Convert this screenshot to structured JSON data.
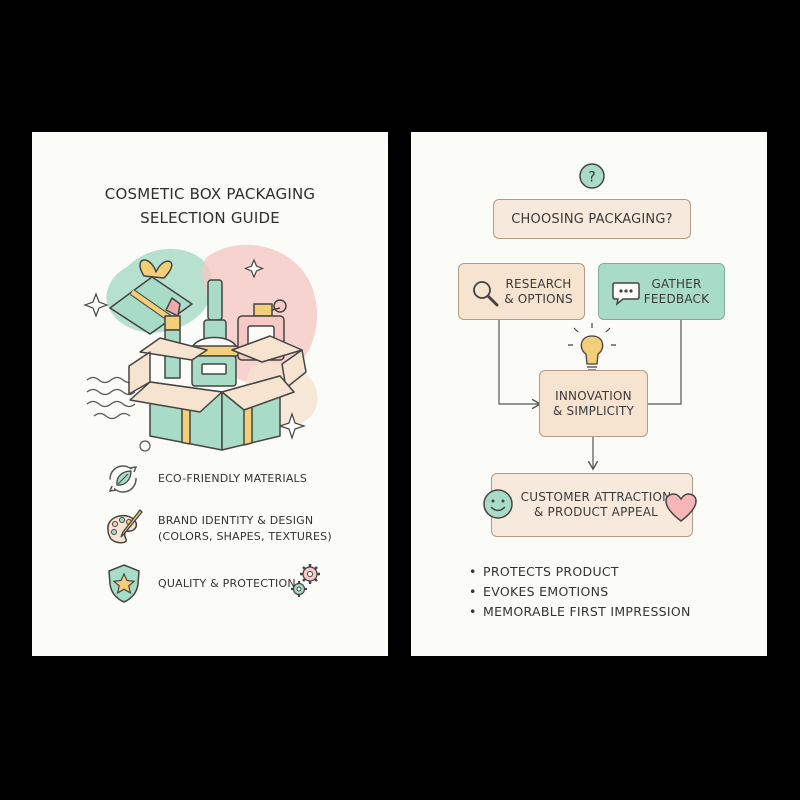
{
  "left_card": {
    "title_line1": "COSMETIC BOX PACKAGING",
    "title_line2": "SELECTION GUIDE",
    "features": [
      {
        "icon": "recycle-leaf-icon",
        "lines": [
          "ECO-FRIENDLY MATERIALS"
        ]
      },
      {
        "icon": "palette-brush-icon",
        "lines": [
          "BRAND IDENTITY & DESIGN",
          "(COLORS, SHAPES, TEXTURES)"
        ]
      },
      {
        "icon": "shield-star-icon",
        "lines": [
          "QUALITY & PROTECTION"
        ]
      }
    ]
  },
  "right_card": {
    "question_box": "CHOOSING PACKAGING?",
    "research_line1": "RESEARCH",
    "research_line2": "& OPTIONS",
    "feedback_line1": "GATHER",
    "feedback_line2": "FEEDBACK",
    "innovation_line1": "INNOVATION",
    "innovation_line2": "& SIMPLICITY",
    "customer_line1": "CUSTOMER ATTRACTION",
    "customer_line2": "& PRODUCT APPEAL",
    "bullets": [
      "PROTECTS PRODUCT",
      "EVOKES EMOTIONS",
      "MEMORABLE FIRST IMPRESSION"
    ]
  },
  "colors": {
    "mint": "#a9dcc7",
    "peach": "#f6e3d0",
    "pink": "#f6c9c5",
    "gold": "#f2cf78",
    "outline": "#4d4d4d"
  }
}
